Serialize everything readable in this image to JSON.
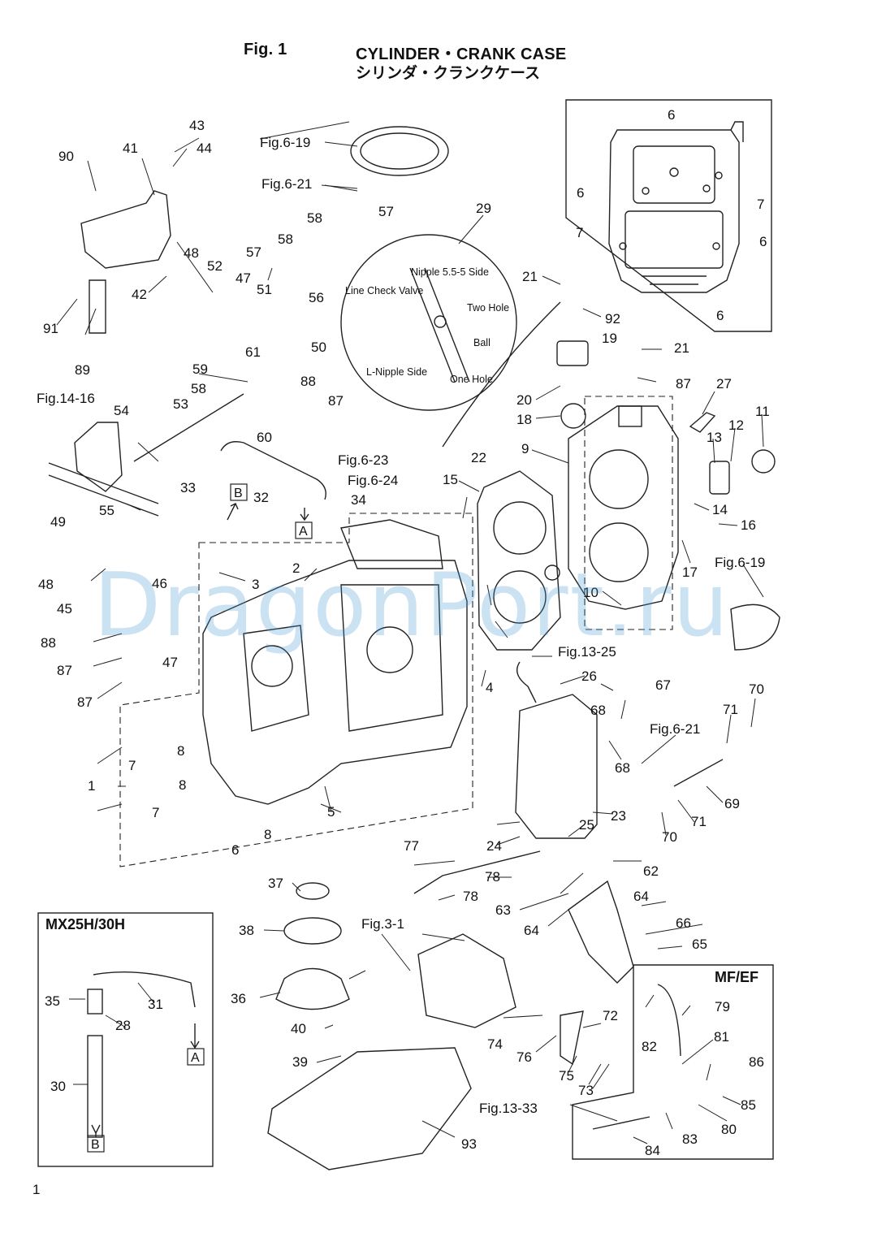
{
  "header": {
    "fig_label": "Fig. 1",
    "title": "CYLINDER・CRANK CASE",
    "title_jp": "シリンダ・クランクケース"
  },
  "watermark": "DragonPort.ru",
  "page_number": "1",
  "insets": {
    "mx_title": "MX25H/30H",
    "mf_title": "MF/EF"
  },
  "detail_callout": {
    "nipple_side": "Nipple 5.5-5 Side",
    "line_check_valve": "Line Check Valve",
    "two_hole": "Two Hole",
    "ball": "Ball",
    "l_nipple_side": "L-Nipple Side",
    "one_hole": "One Hole"
  },
  "boxed_markers": {
    "a": "A",
    "b": "B"
  },
  "figure_refs": {
    "fig6_19_top": "Fig.6-19",
    "fig6_21_top": "Fig.6-21",
    "fig14_16": "Fig.14-16",
    "fig6_23": "Fig.6-23",
    "fig6_24": "Fig.6-24",
    "fig6_19_right": "Fig.6-19",
    "fig13_25": "Fig.13-25",
    "fig6_21_right": "Fig.6-21",
    "fig3_1": "Fig.3-1",
    "fig13_33": "Fig.13-33"
  },
  "part_numbers": {
    "n1": "1",
    "n2": "2",
    "n3": "3",
    "n4": "4",
    "n5": "5",
    "n6a": "6",
    "n6b": "6",
    "n6c": "6",
    "n6d": "6",
    "n6e": "6",
    "n7a": "7",
    "n7b": "7",
    "n7c": "7",
    "n7d": "7",
    "n8a": "8",
    "n8b": "8",
    "n8c": "8",
    "n9": "9",
    "n10": "10",
    "n11": "11",
    "n12": "12",
    "n13": "13",
    "n14": "14",
    "n15": "15",
    "n16": "16",
    "n17": "17",
    "n18": "18",
    "n19": "19",
    "n20": "20",
    "n21a": "21",
    "n21b": "21",
    "n22": "22",
    "n23": "23",
    "n24": "24",
    "n25": "25",
    "n26": "26",
    "n27": "27",
    "n28": "28",
    "n29": "29",
    "n30": "30",
    "n31": "31",
    "n32": "32",
    "n33": "33",
    "n34": "34",
    "n35": "35",
    "n36": "36",
    "n37": "37",
    "n38": "38",
    "n39": "39",
    "n40": "40",
    "n41": "41",
    "n42": "42",
    "n43": "43",
    "n44": "44",
    "n45": "45",
    "n46": "46",
    "n47a": "47",
    "n47b": "47",
    "n48a": "48",
    "n48b": "48",
    "n49": "49",
    "n50": "50",
    "n51": "51",
    "n52": "52",
    "n53": "53",
    "n54": "54",
    "n55": "55",
    "n56": "56",
    "n57a": "57",
    "n57b": "57",
    "n58a": "58",
    "n58b": "58",
    "n58c": "58",
    "n59": "59",
    "n60": "60",
    "n61": "61",
    "n62": "62",
    "n63": "63",
    "n64a": "64",
    "n64b": "64",
    "n65": "65",
    "n66": "66",
    "n67": "67",
    "n68a": "68",
    "n68b": "68",
    "n69": "69",
    "n70a": "70",
    "n70b": "70",
    "n71a": "71",
    "n71b": "71",
    "n72": "72",
    "n73": "73",
    "n74": "74",
    "n75": "75",
    "n76": "76",
    "n77": "77",
    "n78a": "78",
    "n78b": "78",
    "n79": "79",
    "n80": "80",
    "n81": "81",
    "n82": "82",
    "n83": "83",
    "n84": "84",
    "n85": "85",
    "n86": "86",
    "n87a": "87",
    "n87b": "87",
    "n87c": "87",
    "n87d": "87",
    "n88a": "88",
    "n88b": "88",
    "n89": "89",
    "n90": "90",
    "n91": "91",
    "n92": "92",
    "n93": "93"
  }
}
